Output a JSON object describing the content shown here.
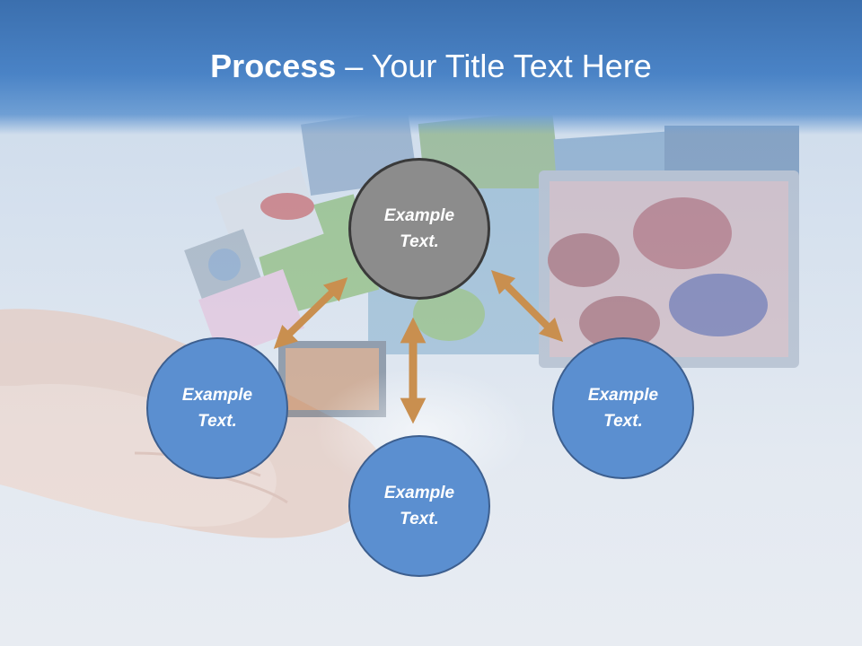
{
  "title": {
    "bold": "Process",
    "rest": " – Your Title Text Here"
  },
  "nodes": {
    "center": "Example\nText.",
    "left": "Example\nText.",
    "bottom": "Example\nText.",
    "right": "Example\nText."
  },
  "colors": {
    "header": "#4a83c6",
    "node_fill": "#5b8fd0",
    "node_border": "#3d5f8f",
    "center_fill": "#8c8c8c",
    "center_border": "#3a3a3a",
    "arrow": "#c98f4f"
  }
}
